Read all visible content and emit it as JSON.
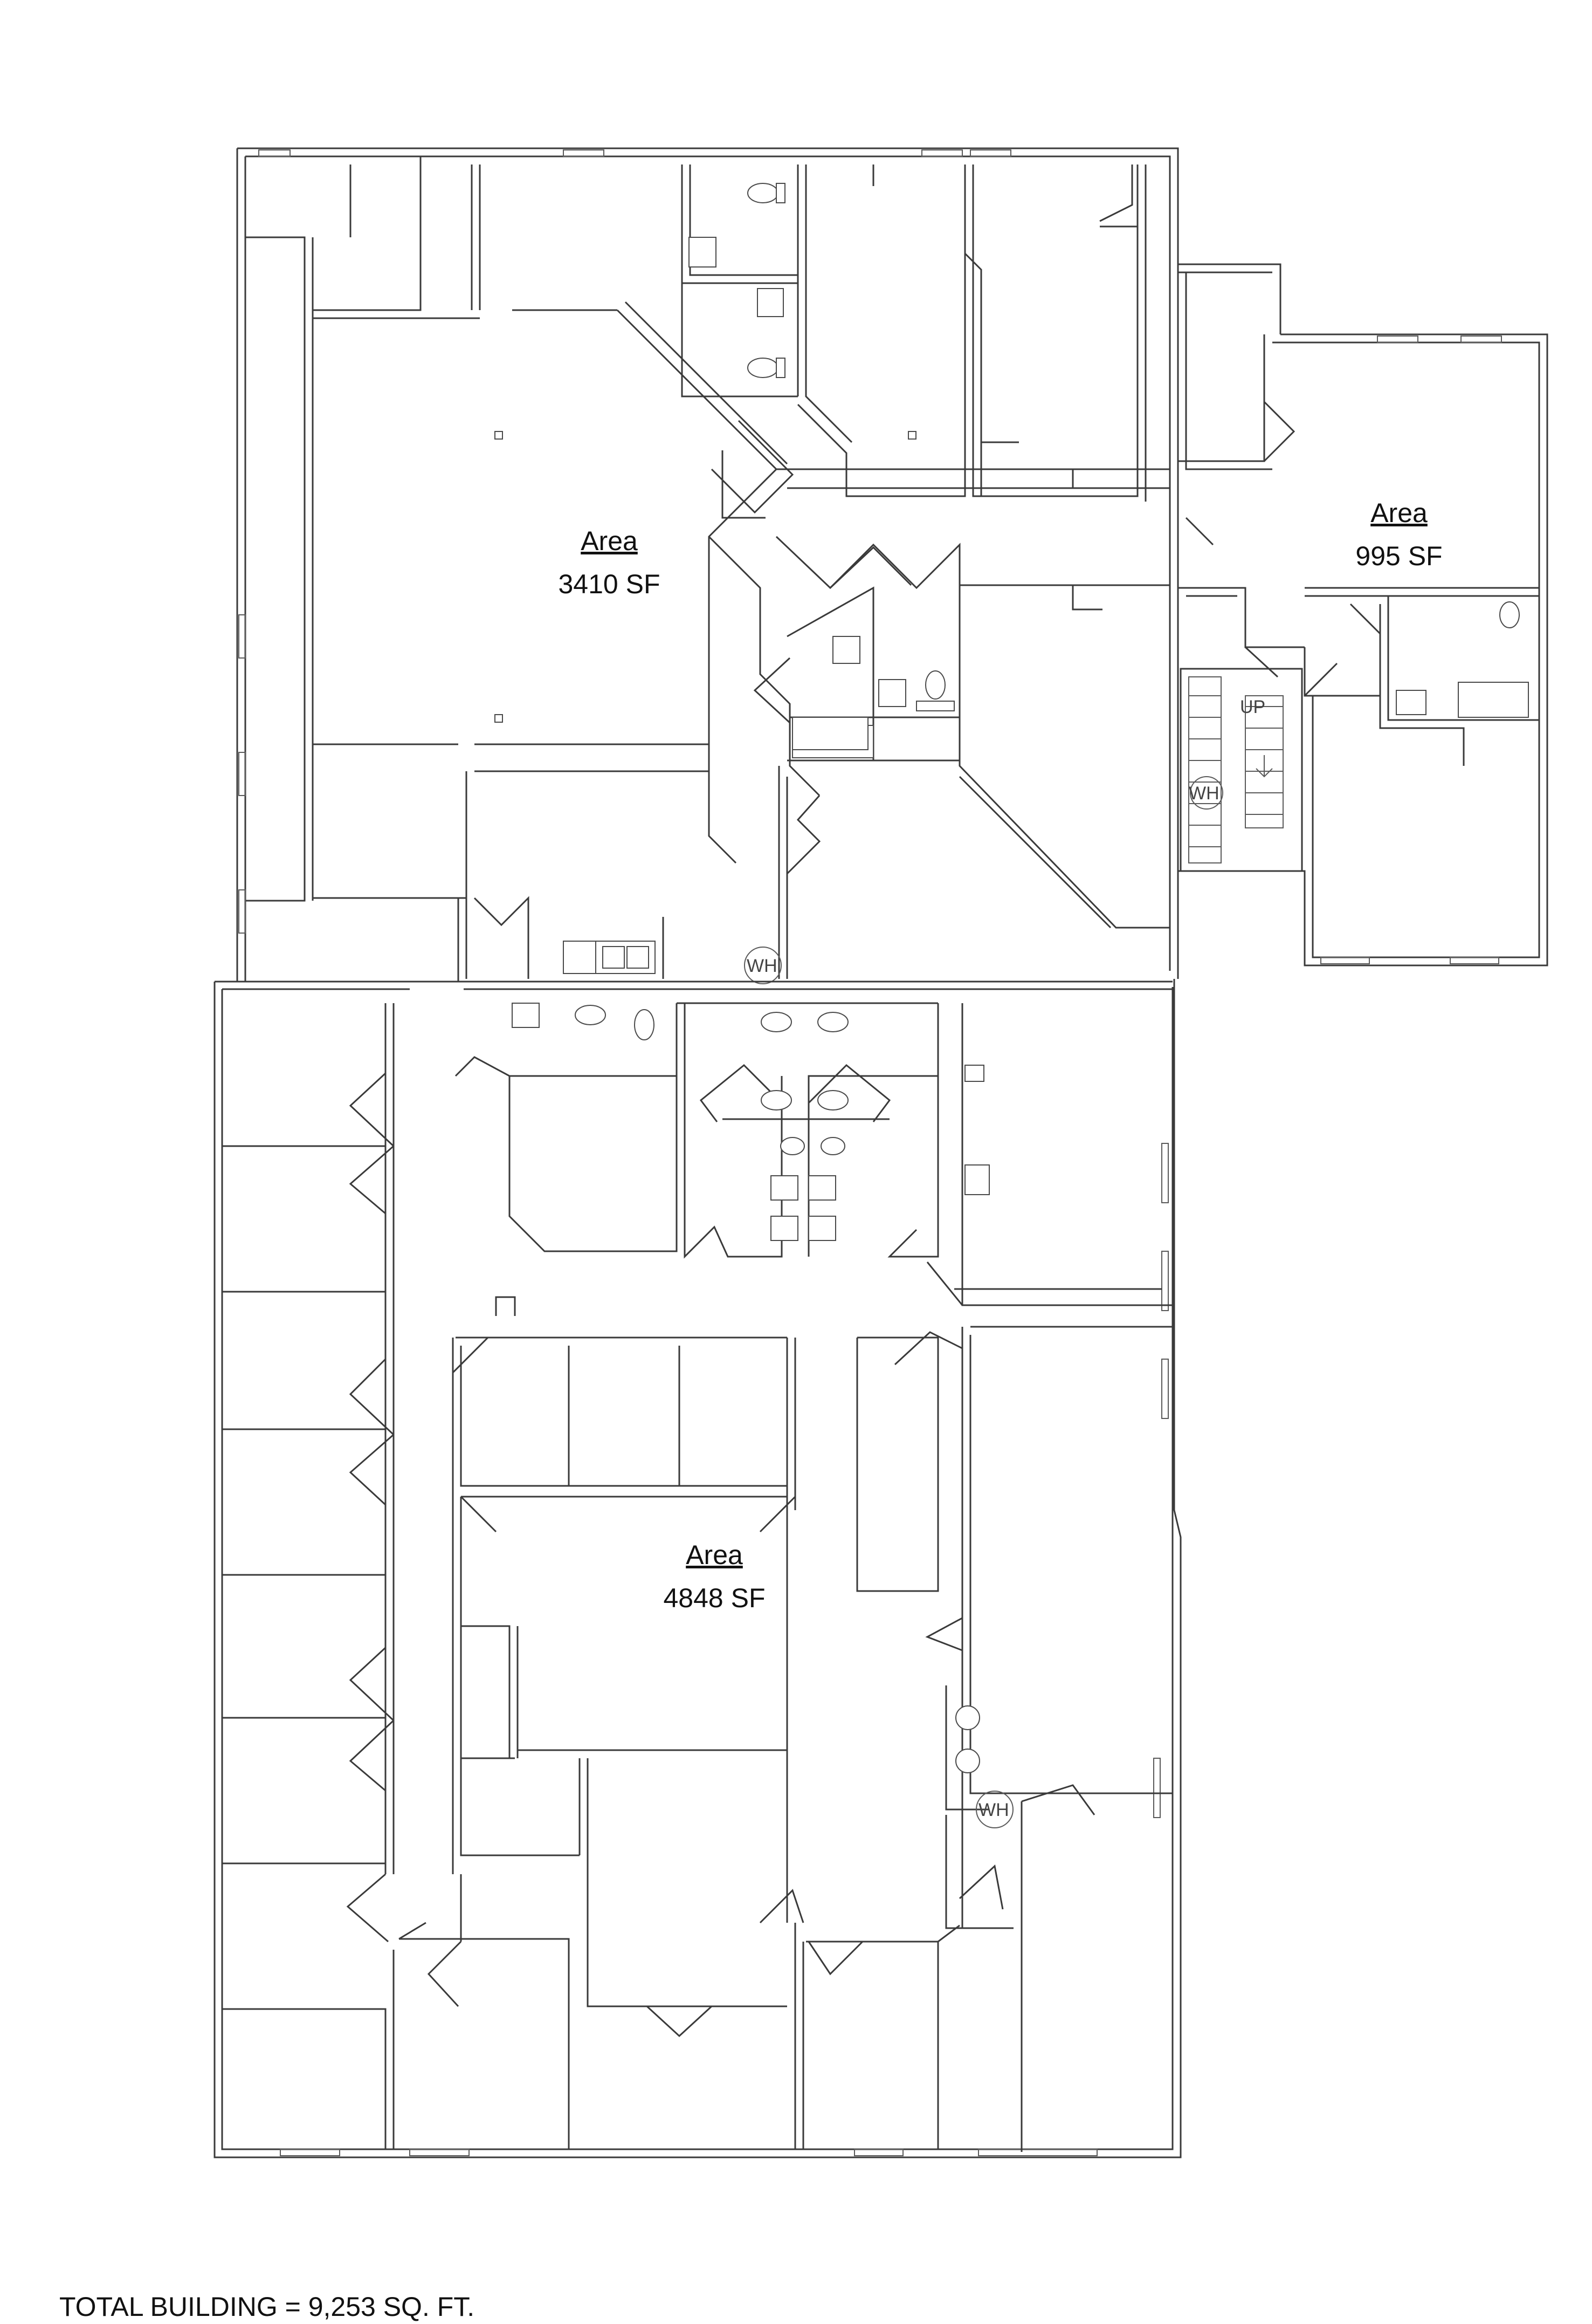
{
  "areas": {
    "upper_left": {
      "title": "Area",
      "size": "3410 SF"
    },
    "upper_right": {
      "title": "Area",
      "size": "995 SF"
    },
    "lower": {
      "title": "Area",
      "size": "4848 SF"
    }
  },
  "labels": {
    "stair_up": "UP",
    "water_heater": "WH"
  },
  "footer": {
    "total": "TOTAL BUILDING = 9,253 SQ. FT."
  }
}
